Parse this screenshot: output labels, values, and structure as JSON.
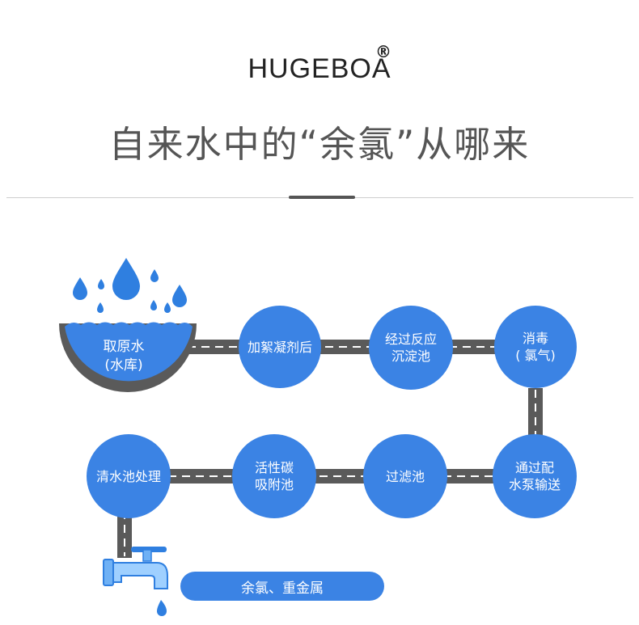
{
  "header": {
    "brand": "HUGEBOA",
    "registered_mark": "®",
    "title": "自来水中的“余氯”从哪来"
  },
  "colors": {
    "node_blue": "#3b83e4",
    "road": "#5a5a5a",
    "drop_blue": "#2f7fe0"
  },
  "flow": {
    "source": {
      "line1": "取原水",
      "line2": "(水库)"
    },
    "steps": [
      {
        "lines": [
          "加絮凝剂后"
        ]
      },
      {
        "lines": [
          "经过反应",
          "沉淀池"
        ]
      },
      {
        "lines": [
          "消毒",
          "( 氯气)"
        ]
      },
      {
        "lines": [
          "通过配",
          "水泵输送"
        ]
      },
      {
        "lines": [
          "过滤池"
        ]
      },
      {
        "lines": [
          "活性碳",
          "吸附池"
        ]
      },
      {
        "lines": [
          "清水池处理"
        ]
      }
    ],
    "result_label": "余氯、重金属"
  },
  "icons": [
    "water-drop-icon",
    "faucet-icon"
  ]
}
